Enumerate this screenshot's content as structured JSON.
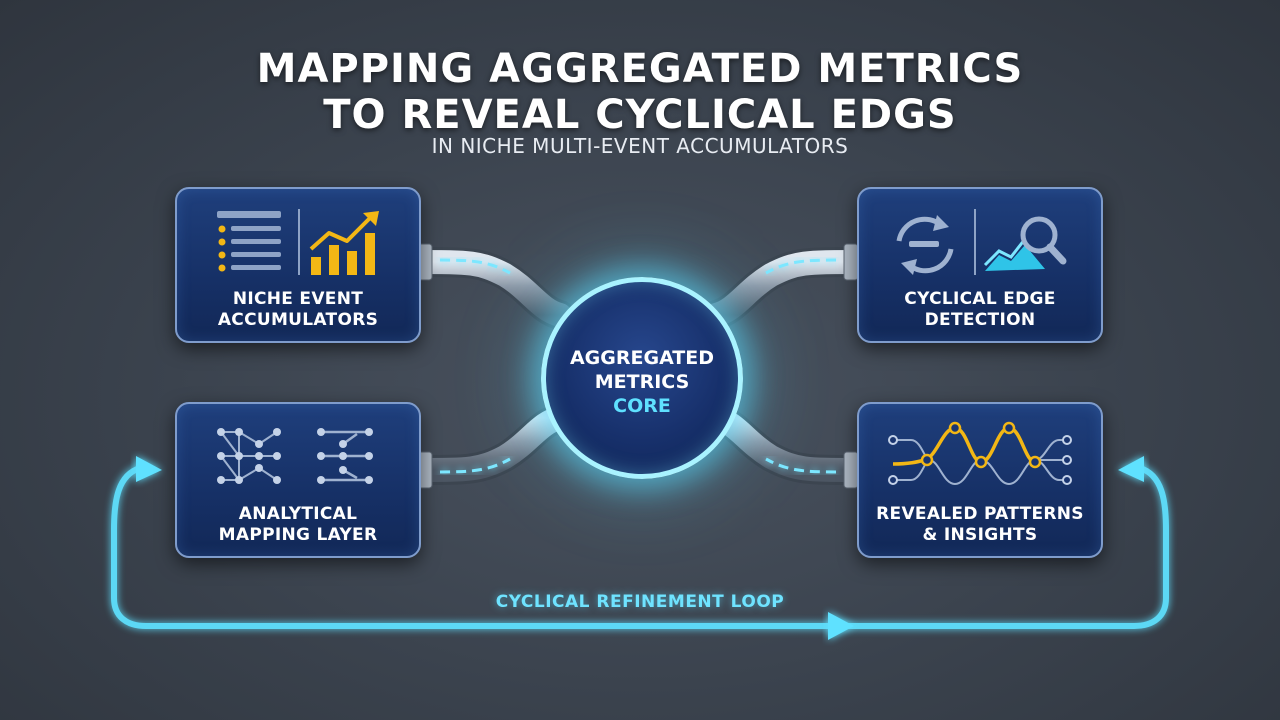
{
  "title": {
    "line1": "MAPPING AGGREGATED METRICS",
    "line2": "TO REVEAL CYCLICAL EDGS",
    "subtitle": "IN NICHE MULTI-EVENT ACCUMULATORS"
  },
  "nodes": {
    "top_left": {
      "line1": "NICHE EVENT",
      "line2": "ACCUMULATORS",
      "icons": [
        "list-icon",
        "bar-chart-up-icon"
      ]
    },
    "top_right": {
      "line1": "CYCLICAL EDGE",
      "line2": "DETECTION",
      "icons": [
        "cycle-arrows-icon",
        "magnifier-chart-icon"
      ]
    },
    "bottom_left": {
      "line1": "ANALYTICAL",
      "line2": "MAPPING LAYER",
      "icons": [
        "network-graph-icon",
        "node-links-icon"
      ]
    },
    "bottom_right": {
      "line1": "REVEALED PATTERNS",
      "line2": "& INSIGHTS",
      "icons": [
        "wave-pattern-icon"
      ]
    }
  },
  "core": {
    "line1": "AGGREGATED",
    "line2": "METRICS",
    "line3": "CORE"
  },
  "loop": {
    "label": "CYCLICAL REFINEMENT LOOP"
  },
  "colors": {
    "accent_cyan": "#5fe1ff",
    "chart_yellow": "#f3b715",
    "box_blue": "#163066",
    "background": "#3a424d"
  }
}
